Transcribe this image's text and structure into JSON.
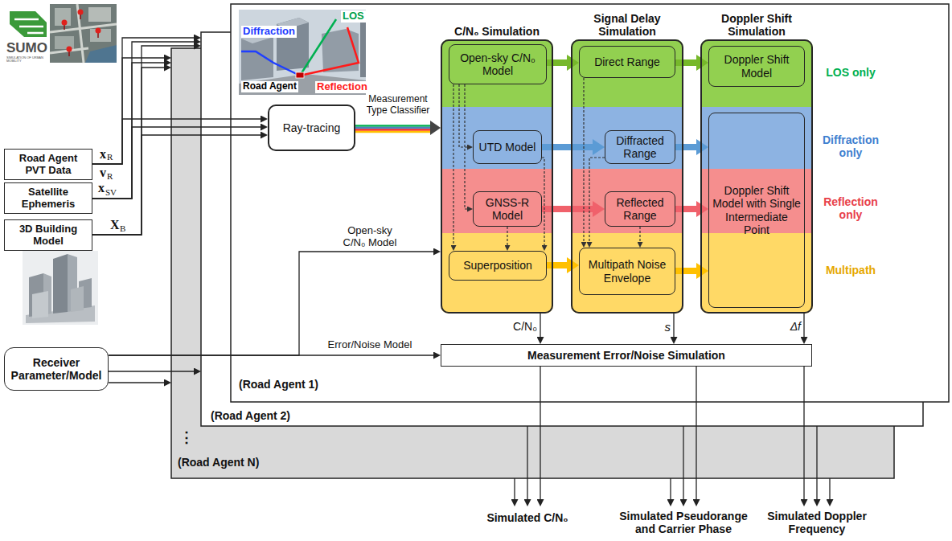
{
  "diagram": {
    "nodes": [
      {
        "text": [
          "Road Agent PVT Data"
        ]
      },
      {
        "text": [
          "Satellite Ephemeris"
        ]
      },
      {
        "text": [
          "3D Building Model"
        ]
      },
      {
        "text": [
          "Receiver Parameter/Model"
        ]
      },
      {
        "text": [
          "(Road Agent 1)"
        ]
      },
      {
        "text": [
          "Ray-tracing"
        ],
        "in": 4
      },
      {
        "text": [
          "C/N₀ Simulation"
        ],
        "in": 4
      },
      {
        "text": [
          "Open-sky C/N₀ Model"
        ],
        "in": 6
      },
      {
        "text": [
          "UTD Model"
        ],
        "in": 6
      },
      {
        "text": [
          "GNSS-R Model"
        ],
        "in": 6
      },
      {
        "text": [
          "Superposition"
        ],
        "in": 6
      },
      {
        "text": [
          "Signal Delay Simulation"
        ],
        "in": 4
      },
      {
        "text": [
          "Direct Range"
        ],
        "in": 11
      },
      {
        "text": [
          "Diffracted Range"
        ],
        "in": 11
      },
      {
        "text": [
          "Reflected Range"
        ],
        "in": 11
      },
      {
        "text": [
          "Multipath Noise Envelope"
        ],
        "in": 11
      },
      {
        "text": [
          "Doppler Shift Simulation"
        ],
        "in": 4
      },
      {
        "text": [
          "Doppler Shift Model"
        ],
        "in": 16
      },
      {
        "text": [
          "Doppler Shift Model with Single Intermediate Point"
        ],
        "in": 16
      },
      {
        "text": [
          "Measurement Error/Noise Simulation"
        ],
        "in": 4
      },
      {
        "text": [
          "(Road Agent 2)"
        ]
      },
      {
        "text": [
          "(Road Agent N)"
        ]
      }
    ],
    "edges": [
      {
        "from": 0,
        "to": 5,
        "arrow": "to"
      },
      {
        "from": 1,
        "to": 5,
        "arrow": "to"
      },
      {
        "from": 2,
        "to": 5,
        "arrow": "to"
      },
      {
        "from": 0,
        "to": 20,
        "arrow": "to"
      },
      {
        "from": 1,
        "to": 20,
        "arrow": "to"
      },
      {
        "from": 2,
        "to": 20,
        "arrow": "to"
      },
      {
        "from": 0,
        "to": 21,
        "arrow": "to"
      },
      {
        "from": 1,
        "to": 21,
        "arrow": "to"
      },
      {
        "from": 2,
        "to": 21,
        "arrow": "to"
      },
      {
        "from": 5,
        "to": 6,
        "label": "Measurement Type Classifier",
        "arrow": "to"
      },
      {
        "from": 7,
        "to": 12,
        "arrow": "to"
      },
      {
        "from": 8,
        "to": 13,
        "arrow": "to"
      },
      {
        "from": 9,
        "to": 14,
        "arrow": "to"
      },
      {
        "from": 10,
        "to": 15,
        "arrow": "to"
      },
      {
        "from": 12,
        "to": 17,
        "arrow": "to"
      },
      {
        "from": 13,
        "to": 18,
        "arrow": "to"
      },
      {
        "from": 14,
        "to": 18,
        "arrow": "to"
      },
      {
        "from": 15,
        "to": 18,
        "arrow": "to"
      },
      {
        "from": 7,
        "to": 8,
        "arrow": "to"
      },
      {
        "from": 7,
        "to": 9,
        "arrow": "to"
      },
      {
        "from": 7,
        "to": 10,
        "arrow": "to"
      },
      {
        "from": 8,
        "to": 10,
        "arrow": "to"
      },
      {
        "from": 9,
        "to": 10,
        "arrow": "to"
      },
      {
        "from": 12,
        "to": 15,
        "arrow": "to"
      },
      {
        "from": 13,
        "to": 15,
        "arrow": "to"
      },
      {
        "from": 14,
        "to": 15,
        "arrow": "to"
      },
      {
        "from": 6,
        "to": 19,
        "label": "C/N₀",
        "arrow": "to"
      },
      {
        "from": 11,
        "to": 19,
        "label": "s",
        "arrow": "to"
      },
      {
        "from": 16,
        "to": 19,
        "label": "Δf",
        "arrow": "to"
      },
      {
        "from": 3,
        "to": 19,
        "label": "Error/Noise Model",
        "arrow": "to"
      },
      {
        "from": 3,
        "to": 6,
        "label": "Open-sky C/N₀ Model",
        "arrow": "to"
      },
      {
        "from": 3,
        "to": 20,
        "arrow": "to"
      },
      {
        "from": 3,
        "to": 21,
        "arrow": "to"
      }
    ],
    "labels": [
      "SUMO",
      "SIMULATION OF URBAN MOBILITY",
      "x",
      "R",
      "v",
      "R",
      "x",
      "SV",
      "X",
      "B",
      "LOS",
      "Diffraction",
      "Reflection",
      "Road Agent",
      "LOS only",
      "Diffraction only",
      "Reflection only",
      "Multipath",
      "⋮",
      "Simulated C/N₀",
      "Simulated Pseudorange and Carrier Phase",
      "Simulated Doppler Frequency"
    ]
  }
}
